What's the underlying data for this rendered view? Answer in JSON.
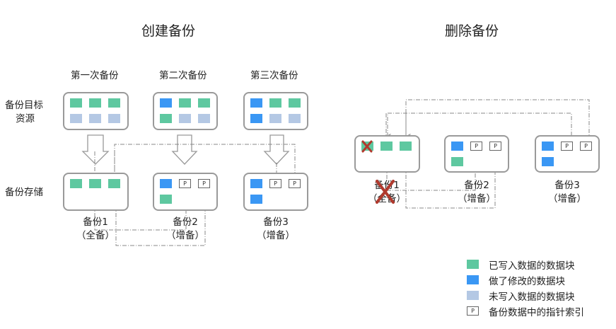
{
  "titles": {
    "create": "创建备份",
    "delete": "删除备份"
  },
  "columns": {
    "first": "第一次备份",
    "second": "第二次备份",
    "third": "第三次备份"
  },
  "rows": {
    "source_line1": "备份目标",
    "source_line2": "资源",
    "storage": "备份存储"
  },
  "create_captions": [
    {
      "name": "备份1",
      "type": "（全备）"
    },
    {
      "name": "备份2",
      "type": "（增备）"
    },
    {
      "name": "备份3",
      "type": "（增备）"
    }
  ],
  "delete_captions": [
    {
      "name": "备份1",
      "type": "（全备）"
    },
    {
      "name": "备份2",
      "type": "（增备）"
    },
    {
      "name": "备份3",
      "type": "（增备）"
    }
  ],
  "pointer_letter": "P",
  "legend": [
    {
      "label": "已写入数据的数据块",
      "kind": "written"
    },
    {
      "label": "做了修改的数据块",
      "kind": "modified"
    },
    {
      "label": "未写入数据的数据块",
      "kind": "empty"
    },
    {
      "label": "备份数据中的指针索引",
      "kind": "pointer"
    }
  ],
  "colors": {
    "written": "#5ec8a0",
    "modified": "#3a97f4",
    "empty": "#b4c8e4",
    "border": "#9a9a9a",
    "delete_mark": "#c0392b"
  }
}
